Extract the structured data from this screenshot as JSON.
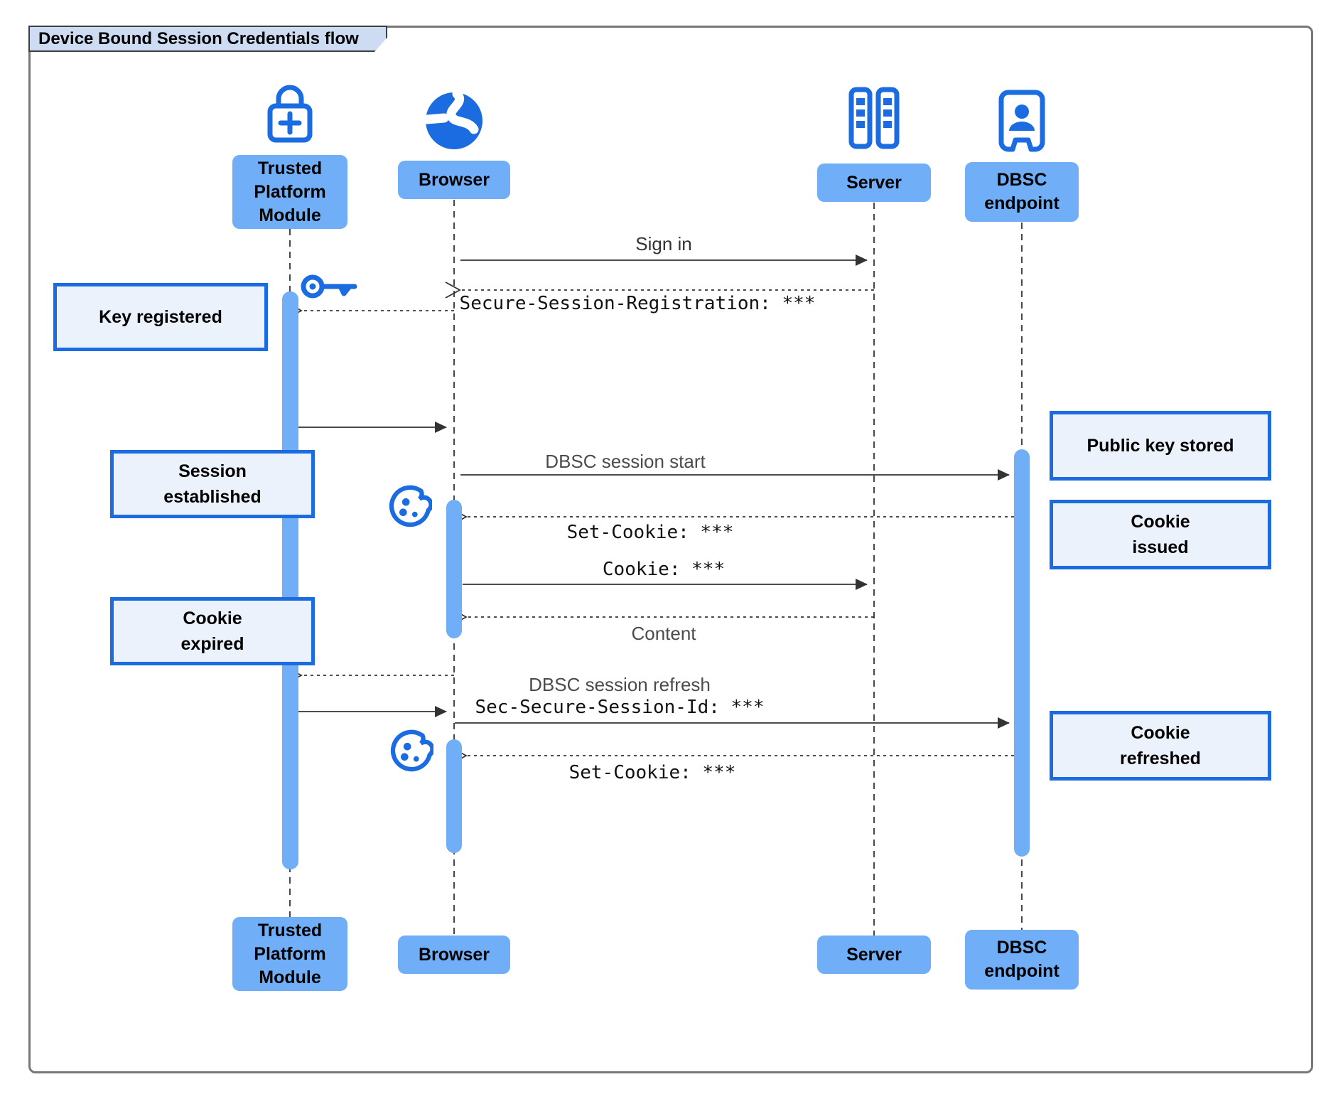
{
  "title": "Device Bound Session Credentials flow",
  "participants": [
    {
      "id": "tpm",
      "label": "Trusted\nPlatform\nModule",
      "icon": "lock-plus-icon"
    },
    {
      "id": "browser",
      "label": "Browser",
      "icon": "globe-icon"
    },
    {
      "id": "server",
      "label": "Server",
      "icon": "server-rack-icon"
    },
    {
      "id": "dbsc",
      "label": "DBSC\nendpoint",
      "icon": "badge-person-icon"
    }
  ],
  "messages": {
    "sign_in": "Sign in",
    "session_registration": "Secure-Session-Registration: ***",
    "session_start": "DBSC session start",
    "set_cookie1": "Set-Cookie: ***",
    "cookie": "Cookie: ***",
    "content": "Content",
    "session_refresh": "DBSC session refresh",
    "session_refresh_header": "Sec-Secure-Session-Id: ***",
    "set_cookie2": "Set-Cookie: ***"
  },
  "notes": {
    "key_registered": "Key registered",
    "session_established": "Session\nestablished",
    "cookie_expired": "Cookie\nexpired",
    "public_key_stored": "Public key stored",
    "cookie_issued": "Cookie\nissued",
    "cookie_refreshed": "Cookie\nrefreshed"
  },
  "colors": {
    "icon_blue": "#1b6ce1",
    "participant_fill": "#70aff8",
    "note_fill": "#ebf2fc",
    "note_border": "#1b6ce1",
    "line_color": "#333333",
    "title_fill": "#cddcf2",
    "label_gray": "#4b4b4b",
    "text_black": "#111111"
  }
}
